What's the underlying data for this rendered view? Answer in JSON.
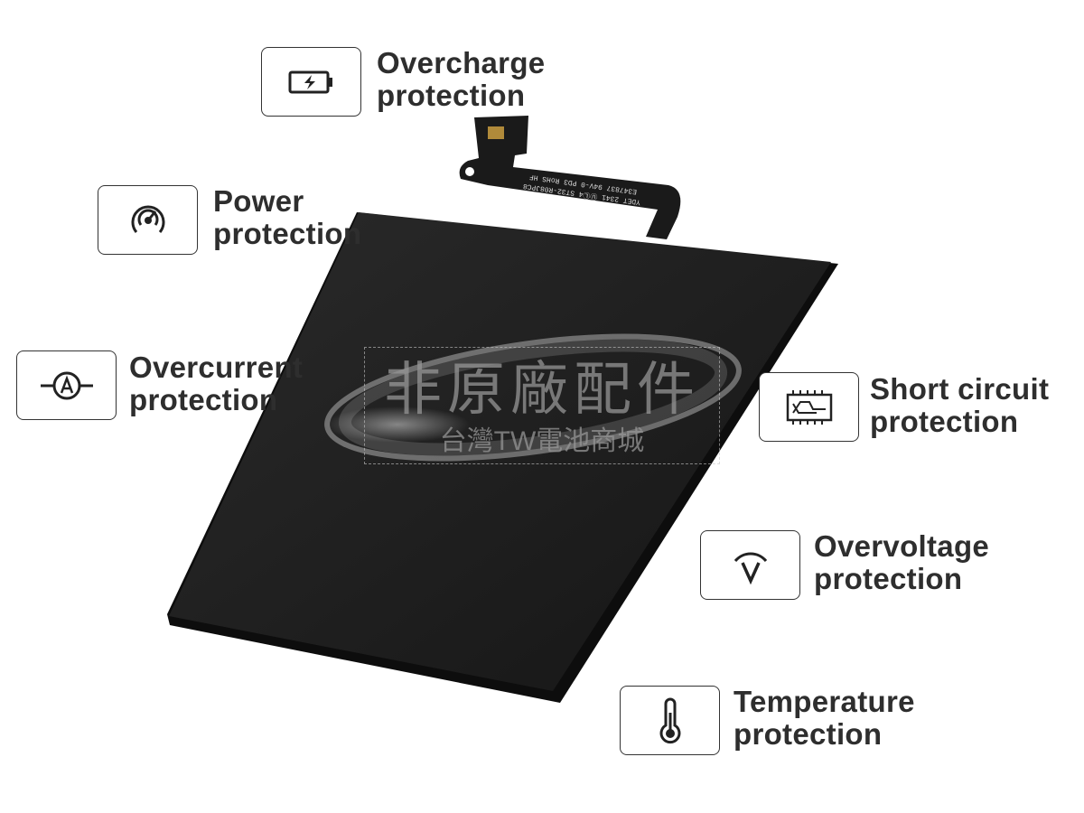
{
  "features": [
    {
      "icon": "battery-charge-icon",
      "line1": "Overcharge",
      "line2": "protection"
    },
    {
      "icon": "power-gauge-icon",
      "line1": "Power",
      "line2": "protection"
    },
    {
      "icon": "ammeter-icon",
      "line1": "Overcurrent",
      "line2": "protection"
    },
    {
      "icon": "circuit-board-icon",
      "line1": "Short circuit",
      "line2": "protection"
    },
    {
      "icon": "voltmeter-icon",
      "line1": "Overvoltage",
      "line2": "protection"
    },
    {
      "icon": "thermometer-icon",
      "line1": "Temperature",
      "line2": "protection"
    }
  ],
  "watermark": {
    "title": "非原廠配件",
    "subtitle": "台灣TW電池商城"
  },
  "flex_cable_text": {
    "line1": "YDET 2341 ⓊⓁ4 ST32-R08JPC8",
    "line2": "E347837 94V-0 PD3 RoHS HF"
  },
  "colors": {
    "text": "#2e2e2e",
    "battery": "#1c1c1c"
  }
}
